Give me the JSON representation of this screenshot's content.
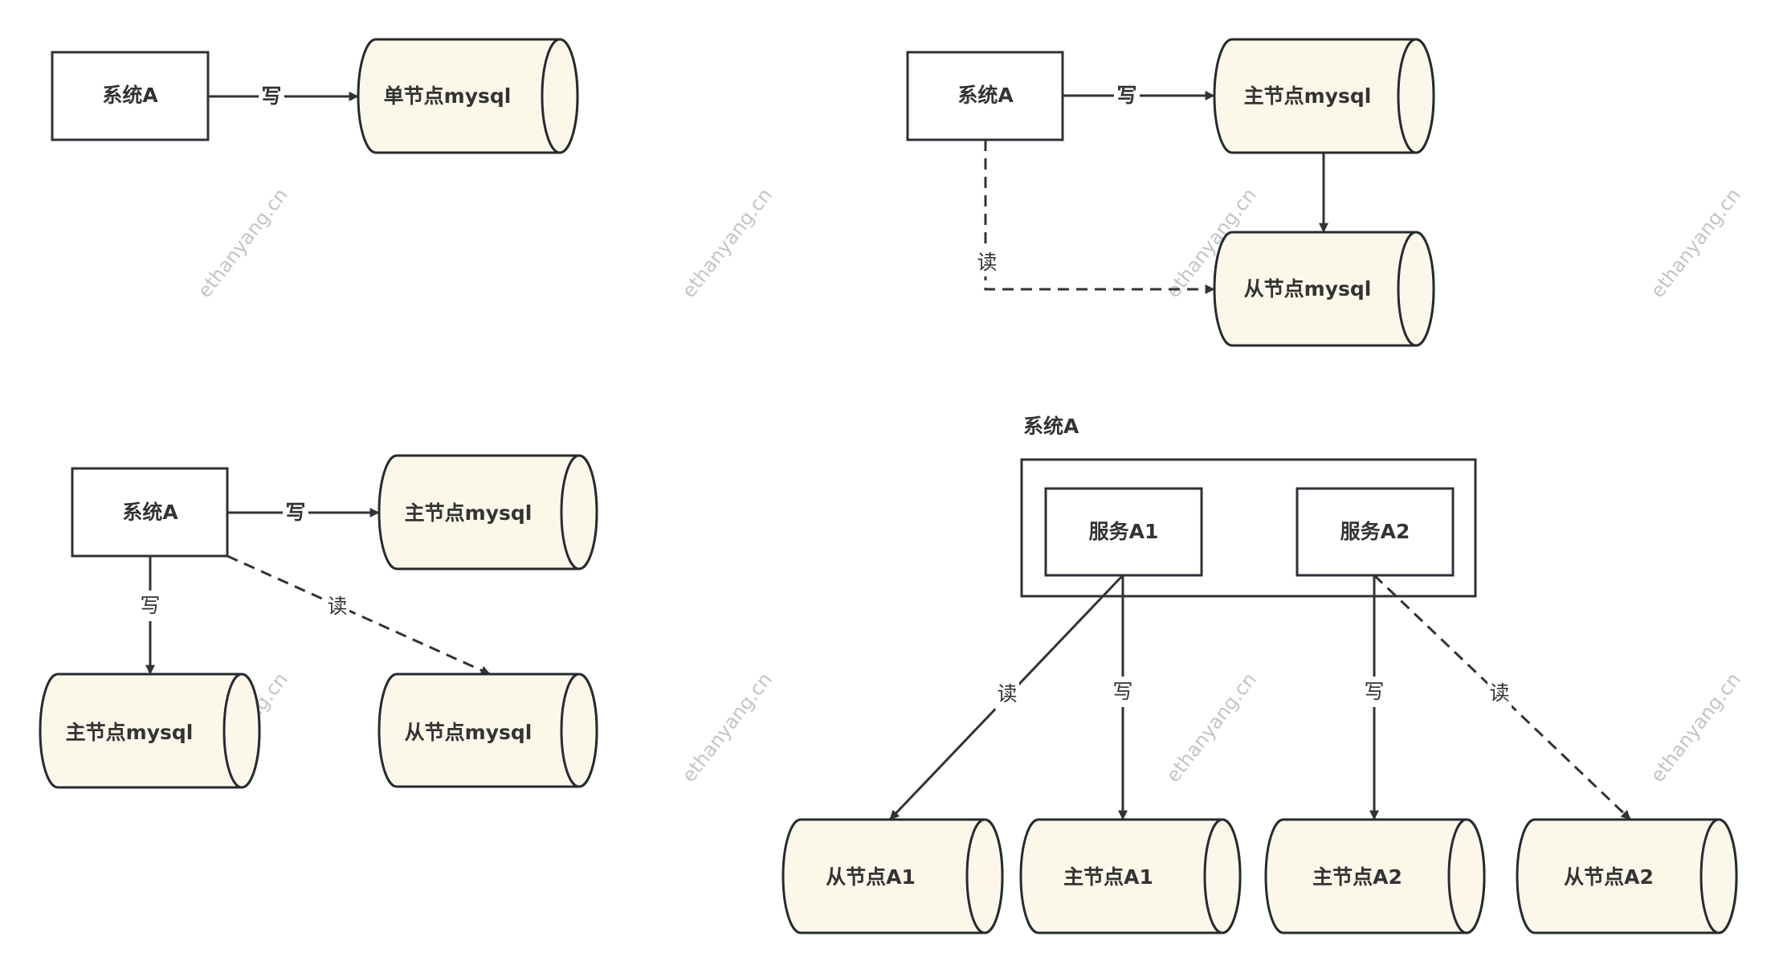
{
  "colors": {
    "cylinder_fill": "#fbf8ea",
    "stroke": "#2d3238",
    "text": "#333333",
    "watermark": "#c4c4c4"
  },
  "watermark": "ethanyang.cn",
  "diagram1": {
    "client": "系统A",
    "db": "单节点mysql",
    "edge_write": "写"
  },
  "diagram2": {
    "client": "系统A",
    "master": "主节点mysql",
    "slave": "从节点mysql",
    "edge_write": "写",
    "edge_read": "读"
  },
  "diagram3": {
    "client": "系统A",
    "master_right": "主节点mysql",
    "master_left": "主节点mysql",
    "slave": "从节点mysql",
    "edge_write_right": "写",
    "edge_write_down": "写",
    "edge_read": "读"
  },
  "diagram4": {
    "group": "系统A",
    "service_a1": "服务A1",
    "service_a2": "服务A2",
    "slave_a1": "从节点A1",
    "master_a1": "主节点A1",
    "master_a2": "主节点A2",
    "slave_a2": "从节点A2",
    "edge_a1_read": "读",
    "edge_a1_write": "写",
    "edge_a2_write": "写",
    "edge_a2_read": "读"
  }
}
